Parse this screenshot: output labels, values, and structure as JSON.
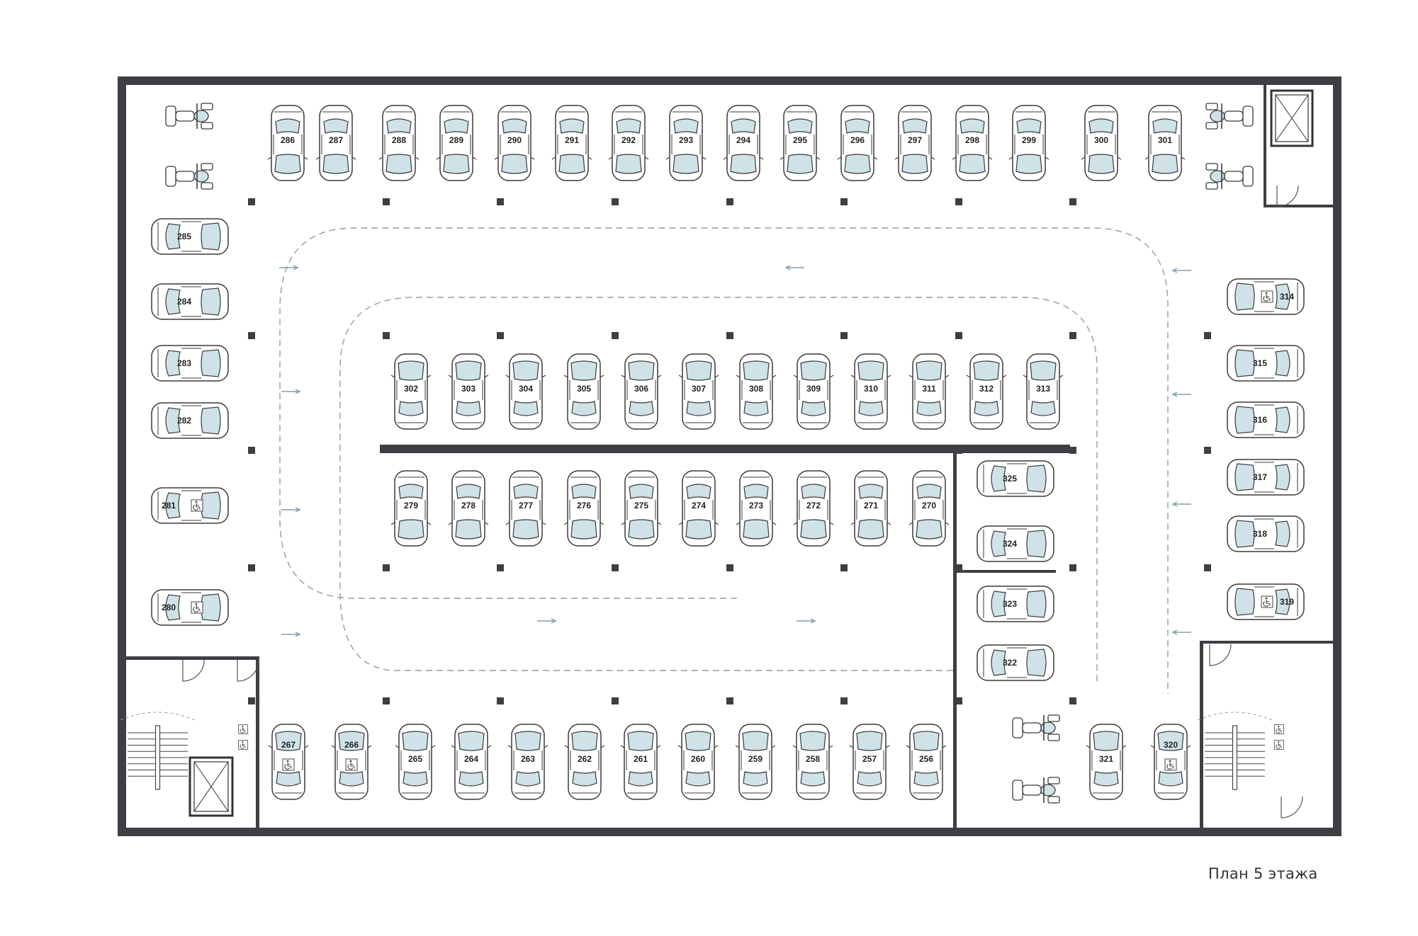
{
  "caption": "План 5 этажа",
  "colors": {
    "wall": "#3d3f44",
    "car_body": "#ffffff",
    "car_glass": "#cfe2e8",
    "outline": "#3a3a3a",
    "driveway": "#9a9a9a"
  },
  "spots": {
    "top_row": [
      "286",
      "287",
      "288",
      "289",
      "290",
      "291",
      "292",
      "293",
      "294",
      "295",
      "296",
      "297",
      "298",
      "299",
      "300",
      "301"
    ],
    "island_upper": [
      "302",
      "303",
      "304",
      "305",
      "306",
      "307",
      "308",
      "309",
      "310",
      "311",
      "312",
      "313"
    ],
    "island_lower": [
      "279",
      "278",
      "277",
      "276",
      "275",
      "274",
      "273",
      "272",
      "271",
      "270"
    ],
    "bottom_row": [
      "267",
      "266",
      "265",
      "264",
      "263",
      "262",
      "261",
      "260",
      "259",
      "258",
      "257",
      "256"
    ],
    "bottom_right": [
      "321",
      "320"
    ],
    "left_column": [
      "285",
      "284",
      "283",
      "282",
      "281",
      "280"
    ],
    "right_column": [
      "314",
      "315",
      "316",
      "317",
      "318",
      "319"
    ],
    "mid_right": [
      "325",
      "324",
      "323",
      "322"
    ]
  },
  "accessible_spots": [
    "281",
    "280",
    "267",
    "266",
    "320",
    "314",
    "319"
  ],
  "motorcycle_spots": 6,
  "icons": [
    "wheelchair-icon",
    "motorcycle-icon",
    "elevator-icon",
    "stairs-icon",
    "arrow-icon",
    "pillar-icon"
  ]
}
